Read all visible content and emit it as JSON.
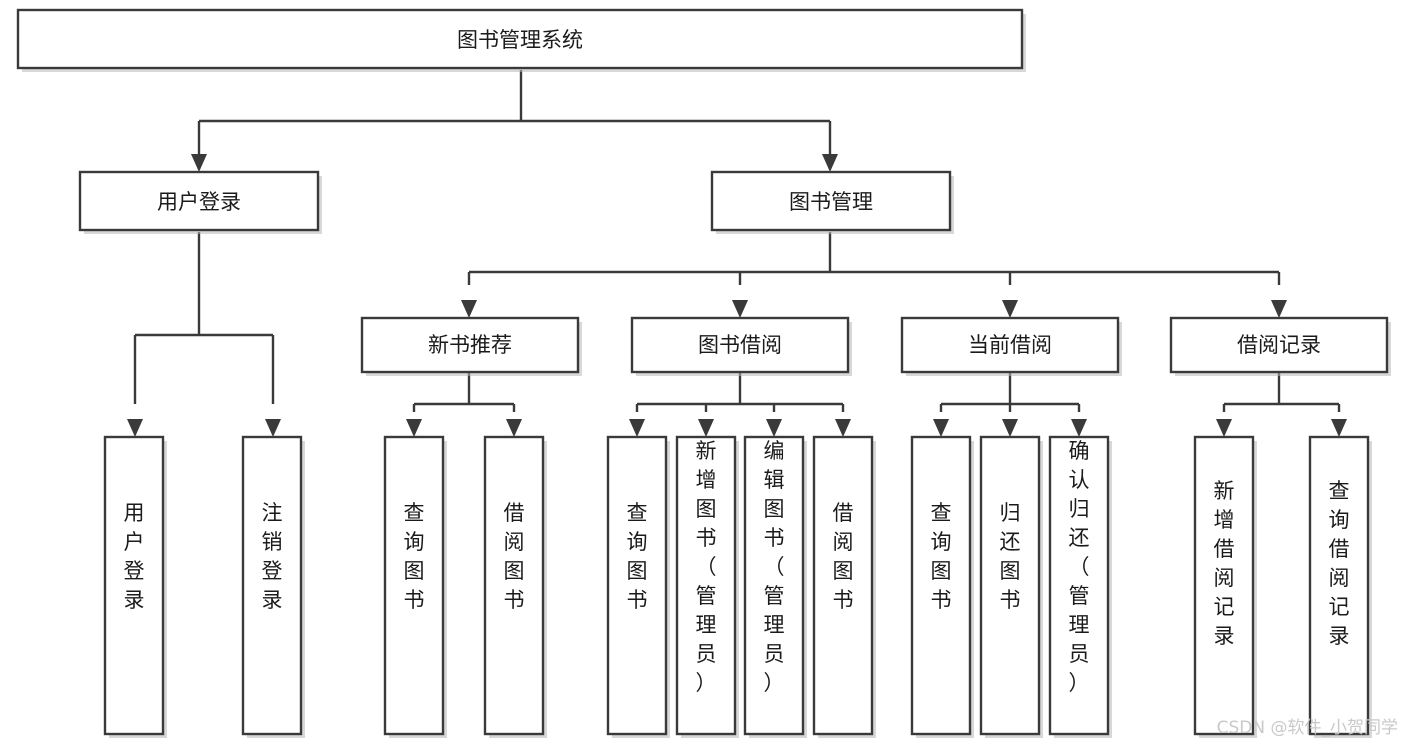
{
  "diagram": {
    "type": "tree-hierarchy",
    "title": "图书管理系统",
    "orientation": "top-down",
    "colors": {
      "stroke": "#3a3a3a",
      "box_fill": "#ffffff",
      "text": "#1b1b1b",
      "background": "#ffffff",
      "watermark": "#c9c9c9",
      "shadow": "#b8b8b8"
    },
    "root": {
      "label": "图书管理系统"
    },
    "level2": [
      {
        "id": "user-login",
        "label": "用户登录"
      },
      {
        "id": "book-manage",
        "label": "图书管理"
      }
    ],
    "level3": [
      {
        "id": "new-book-recommend",
        "label": "新书推荐",
        "parent": "book-manage"
      },
      {
        "id": "book-borrow",
        "label": "图书借阅",
        "parent": "book-manage"
      },
      {
        "id": "current-borrow",
        "label": "当前借阅",
        "parent": "book-manage"
      },
      {
        "id": "borrow-record",
        "label": "借阅记录",
        "parent": "book-manage"
      }
    ],
    "leaves": [
      {
        "id": "leaf-user-login",
        "label": "用户登录",
        "parent": "user-login"
      },
      {
        "id": "leaf-logout-login",
        "label": "注销登录",
        "parent": "user-login"
      },
      {
        "id": "leaf-query-book-1",
        "label": "查询图书",
        "parent": "new-book-recommend"
      },
      {
        "id": "leaf-borrow-book-1",
        "label": "借阅图书",
        "parent": "new-book-recommend"
      },
      {
        "id": "leaf-query-book-2",
        "label": "查询图书",
        "parent": "book-borrow"
      },
      {
        "id": "leaf-add-book",
        "label": "新增图书（管理员）",
        "parent": "book-borrow"
      },
      {
        "id": "leaf-edit-book",
        "label": "编辑图书（管理员）",
        "parent": "book-borrow"
      },
      {
        "id": "leaf-borrow-book-2",
        "label": "借阅图书",
        "parent": "book-borrow"
      },
      {
        "id": "leaf-query-book-3",
        "label": "查询图书",
        "parent": "current-borrow"
      },
      {
        "id": "leaf-return-book",
        "label": "归还图书",
        "parent": "current-borrow"
      },
      {
        "id": "leaf-confirm-return",
        "label": "确认归还（管理员）",
        "parent": "current-borrow"
      },
      {
        "id": "leaf-add-record",
        "label": "新增借阅记录",
        "parent": "borrow-record"
      },
      {
        "id": "leaf-query-record",
        "label": "查询借阅记录",
        "parent": "borrow-record"
      }
    ],
    "watermark": "CSDN @软件_小贺同学"
  }
}
